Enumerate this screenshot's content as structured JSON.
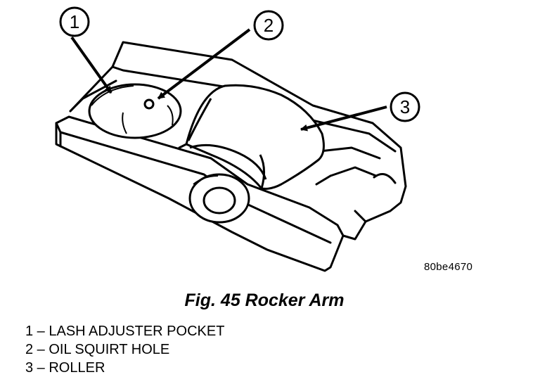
{
  "figure": {
    "id_code": "80be4670",
    "caption": "Fig. 45 Rocker Arm",
    "callouts": [
      {
        "number": "1",
        "label": "LASH ADJUSTER POCKET"
      },
      {
        "number": "2",
        "label": "OIL SQUIRT HOLE"
      },
      {
        "number": "3",
        "label": "ROLLER"
      }
    ]
  },
  "legend": {
    "items": [
      "1 – LASH ADJUSTER POCKET",
      "2 – OIL SQUIRT HOLE",
      "3 – ROLLER"
    ]
  }
}
